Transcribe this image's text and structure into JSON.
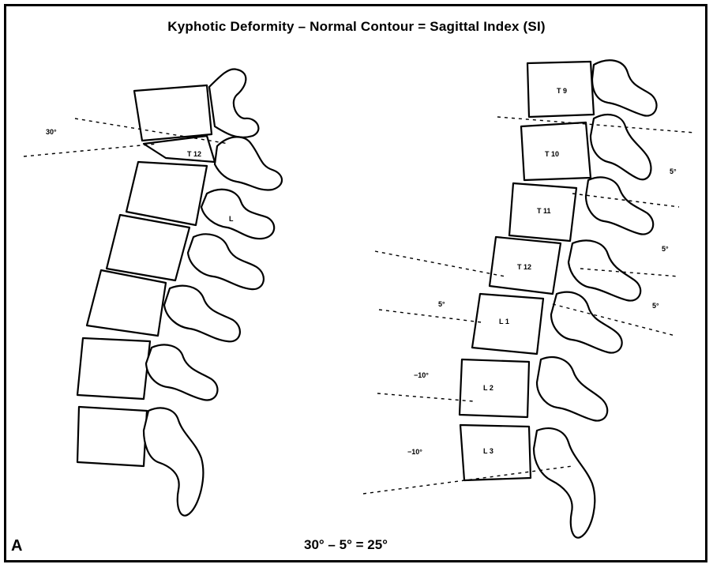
{
  "title": "Kyphotic Deformity – Normal Contour = Sagittal Index (SI)",
  "panel_letter": "A",
  "formula": "30° – 5° = 25°",
  "left_spine": {
    "vertebra_labels": [
      "T 12",
      "L"
    ],
    "angle_labels": [
      "30°"
    ]
  },
  "right_spine": {
    "vertebra_labels": [
      "T 9",
      "T 10",
      "T 11",
      "T 12",
      "L 1",
      "L 2",
      "L 3"
    ],
    "angle_labels": [
      "5°",
      "5°",
      "5°",
      "5°",
      "−10°",
      "−10°"
    ]
  }
}
